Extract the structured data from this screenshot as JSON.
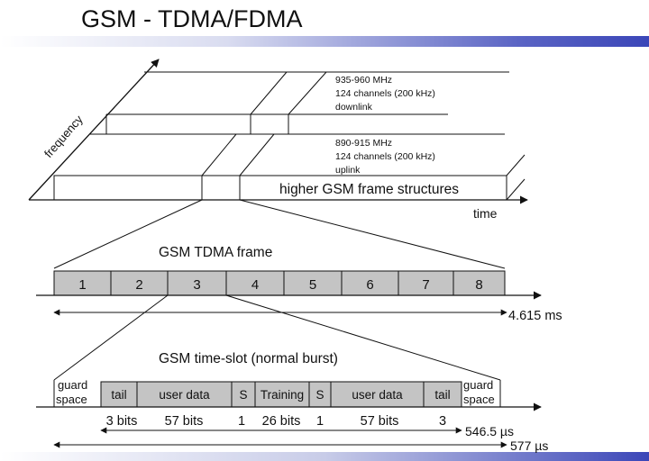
{
  "title": "GSM - TDMA/FDMA",
  "axes": {
    "frequency": "frequency",
    "time": "time"
  },
  "bands": {
    "downlink": [
      "935-960 MHz",
      "124 channels (200 kHz)",
      "downlink"
    ],
    "uplink": [
      "890-915 MHz",
      "124 channels (200 kHz)",
      "uplink"
    ]
  },
  "higher_frames_label": "higher GSM frame structures",
  "tdma_frame": {
    "title": "GSM TDMA frame",
    "slots": [
      "1",
      "2",
      "3",
      "4",
      "5",
      "6",
      "7",
      "8"
    ],
    "duration": "4.615 ms"
  },
  "time_slot": {
    "title": "GSM time-slot (normal burst)",
    "guard_left": [
      "guard",
      "space"
    ],
    "guard_right": [
      "guard",
      "space"
    ],
    "fields": [
      "tail",
      "user data",
      "S",
      "Training",
      "S",
      "user data",
      "tail"
    ],
    "bits": [
      "3 bits",
      "57 bits",
      "1",
      "26 bits",
      "1",
      "57 bits",
      "3"
    ],
    "burst_duration": "546.5 µs",
    "slot_duration": "577 µs"
  },
  "colors": {
    "cell_fill": "#c4c4c4",
    "accent": "#3b46b8"
  }
}
